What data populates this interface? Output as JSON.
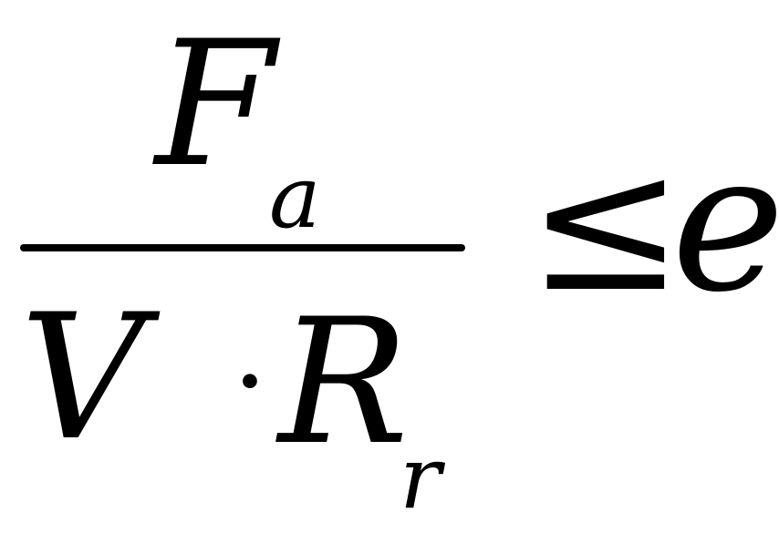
{
  "formula": {
    "numerator": {
      "main": "F",
      "subscript": "a"
    },
    "denominator": {
      "left": "V",
      "operator": "·",
      "main": "R",
      "subscript": "r"
    },
    "relation": "≤",
    "rhs": "e"
  }
}
